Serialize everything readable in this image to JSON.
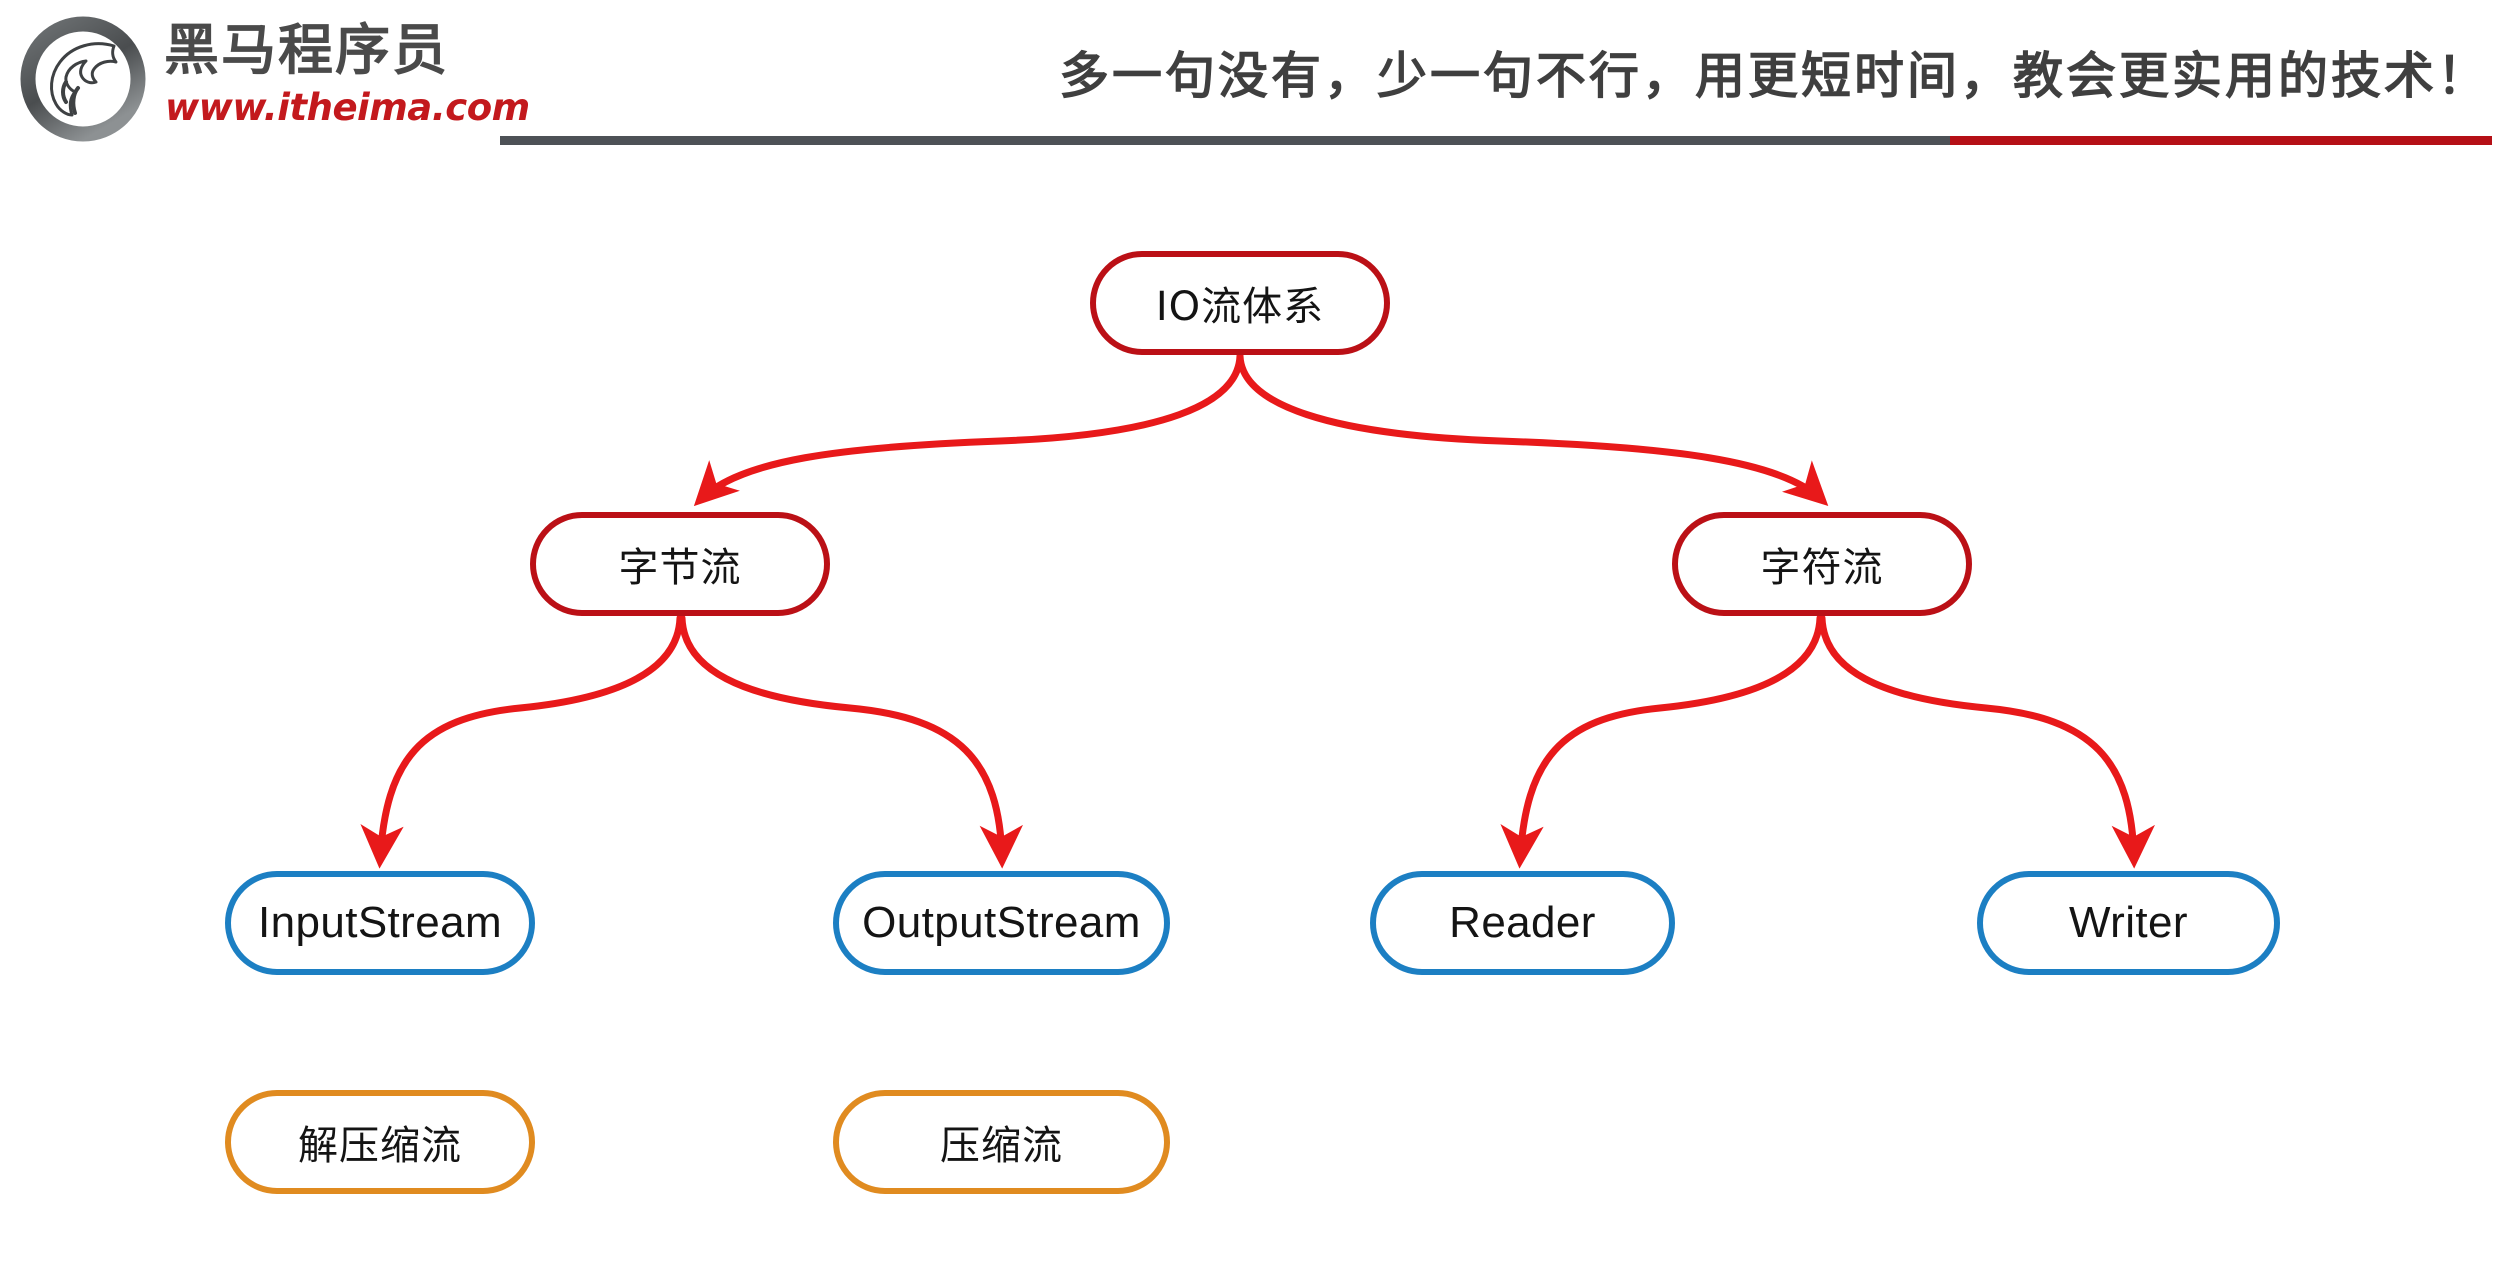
{
  "header": {
    "brand_name": "黑马程序员",
    "brand_url": "www.itheima.com",
    "logo_icon": "horse-head-circle-logo",
    "slogan": "多一句没有，少一句不行，用更短时间，教会更实用的技术！"
  },
  "colors": {
    "dark_red": "#bb1016",
    "arrow_red": "#e8191a",
    "blue": "#1c7fc3",
    "orange": "#e08b20",
    "rule_gray": "#4d5156",
    "rule_red": "#b51016",
    "brand_gray": "#4a4a4a",
    "brand_url_red": "#c3191d"
  },
  "diagram": {
    "title": "IO流体系",
    "nodes": [
      {
        "id": "root",
        "label": "IO流体系",
        "level": 0,
        "style": "red",
        "lang": "cn"
      },
      {
        "id": "byte",
        "label": "字节流",
        "level": 1,
        "style": "red",
        "lang": "cn"
      },
      {
        "id": "char",
        "label": "字符流",
        "level": 1,
        "style": "red",
        "lang": "cn"
      },
      {
        "id": "inputstream",
        "label": "InputStream",
        "level": 2,
        "style": "blue",
        "lang": "en"
      },
      {
        "id": "outputstream",
        "label": "OutputStream",
        "level": 2,
        "style": "blue",
        "lang": "en"
      },
      {
        "id": "reader",
        "label": "Reader",
        "level": 2,
        "style": "blue",
        "lang": "en"
      },
      {
        "id": "writer",
        "label": "Writer",
        "level": 2,
        "style": "blue",
        "lang": "en"
      },
      {
        "id": "decompress",
        "label": "解压缩流",
        "level": 3,
        "style": "orange",
        "lang": "cn"
      },
      {
        "id": "compress",
        "label": "压缩流",
        "level": 3,
        "style": "orange",
        "lang": "cn"
      }
    ],
    "edges": [
      {
        "from": "root",
        "to": "byte"
      },
      {
        "from": "root",
        "to": "char"
      },
      {
        "from": "byte",
        "to": "inputstream"
      },
      {
        "from": "byte",
        "to": "outputstream"
      },
      {
        "from": "char",
        "to": "reader"
      },
      {
        "from": "char",
        "to": "writer"
      }
    ]
  }
}
